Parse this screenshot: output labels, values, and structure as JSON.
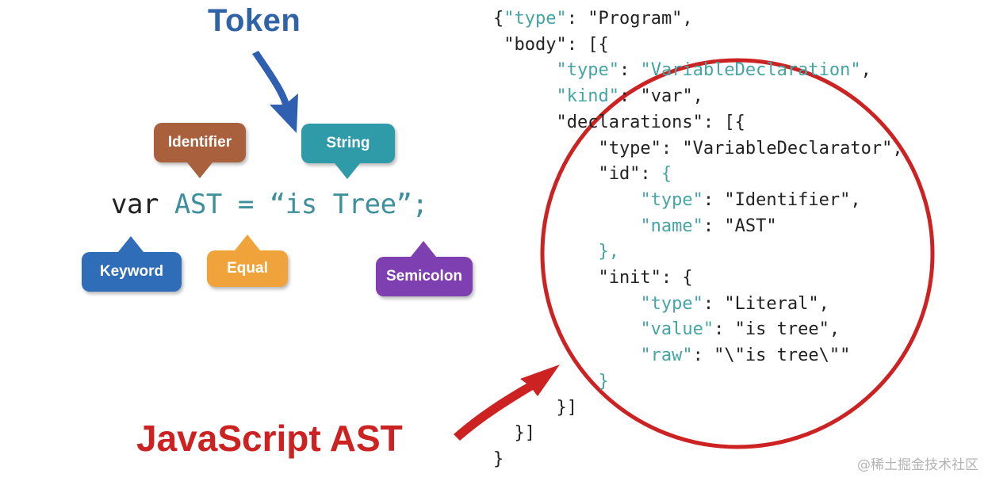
{
  "token_label": "Token",
  "code": {
    "keyword": "var",
    "identifier": "AST",
    "equal": "=",
    "string": "“is Tree”",
    "semicolon": ";"
  },
  "bubbles": {
    "identifier": "Identifier",
    "string": "String",
    "keyword": "Keyword",
    "equal": "Equal",
    "semicolon": "Semicolon"
  },
  "ast_label": "JavaScript AST",
  "json_lines": [
    [
      {
        "t": "{"
      },
      {
        "t": "\"type\"",
        "c": "k"
      },
      {
        "t": ": \"Program\","
      }
    ],
    [
      {
        "t": " \"body\": [{"
      }
    ],
    [
      {
        "t": "      "
      },
      {
        "t": "\"type\"",
        "c": "k"
      },
      {
        "t": ": "
      },
      {
        "t": "\"VariableDeclaration\"",
        "c": "k"
      },
      {
        "t": ","
      }
    ],
    [
      {
        "t": "      "
      },
      {
        "t": "\"kind\"",
        "c": "k"
      },
      {
        "t": ": \"var\","
      }
    ],
    [
      {
        "t": "      \"declarations\": [{"
      }
    ],
    [
      {
        "t": "          \"type\": \"VariableDeclarator\","
      }
    ],
    [
      {
        "t": "          \"id\": "
      },
      {
        "t": "{",
        "c": "k"
      }
    ],
    [
      {
        "t": "              "
      },
      {
        "t": "\"type\"",
        "c": "k"
      },
      {
        "t": ": \"Identifier\","
      }
    ],
    [
      {
        "t": "              "
      },
      {
        "t": "\"name\"",
        "c": "k"
      },
      {
        "t": ": \"AST\""
      }
    ],
    [
      {
        "t": "          "
      },
      {
        "t": "},",
        "c": "k"
      }
    ],
    [
      {
        "t": "          \"init\": {"
      }
    ],
    [
      {
        "t": "              "
      },
      {
        "t": "\"type\"",
        "c": "k"
      },
      {
        "t": ": \"Literal\","
      }
    ],
    [
      {
        "t": "              "
      },
      {
        "t": "\"value\"",
        "c": "k"
      },
      {
        "t": ": \"is tree\","
      }
    ],
    [
      {
        "t": "              "
      },
      {
        "t": "\"raw\"",
        "c": "k"
      },
      {
        "t": ": \"\\\"is tree\\\"\""
      }
    ],
    [
      {
        "t": "          "
      },
      {
        "t": "}",
        "c": "k"
      }
    ],
    [
      {
        "t": "      }]"
      }
    ],
    [
      {
        "t": "  }]"
      }
    ],
    [
      {
        "t": "}"
      }
    ]
  ],
  "watermark": "@稀土掘金技术社区",
  "colors": {
    "token_title": "#2f63a8",
    "identifier_bubble": "#a9603d",
    "string_bubble": "#2f9aa8",
    "keyword_bubble": "#2f6db8",
    "equal_bubble": "#f0a33a",
    "semicolon_bubble": "#7e3fb0",
    "code_keyword": "#222222",
    "code_token": "#3d8f9c",
    "json_key": "#45a4a4",
    "json_text": "#222222",
    "ast_label": "#cc2222",
    "circle": "#cc2222",
    "token_arrow": "#2f5fb0"
  }
}
